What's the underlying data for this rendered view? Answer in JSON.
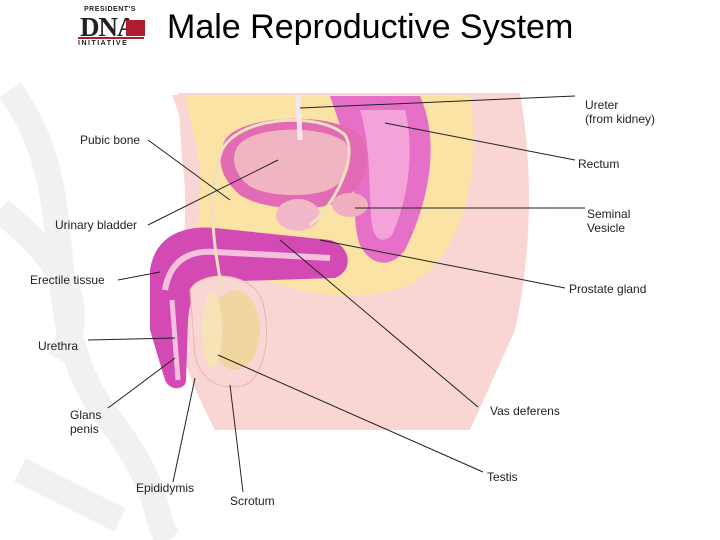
{
  "header": {
    "logo": {
      "line1": "PRESIDENT'S",
      "line2": "DNA",
      "line3": "INITIATIVE"
    },
    "title": "Male Reproductive System"
  },
  "labels": {
    "ureter_line1": "Ureter",
    "ureter_line2": "(from kidney)",
    "pubic_bone": "Pubic bone",
    "rectum": "Rectum",
    "seminal_line1": "Seminal",
    "seminal_line2": "Vesicle",
    "urinary_bladder": "Urinary bladder",
    "erectile_tissue": "Erectile tissue",
    "prostate_gland": "Prostate gland",
    "urethra": "Urethra",
    "vas_deferens": "Vas deferens",
    "glans_line1": "Glans",
    "glans_line2": "penis",
    "testis": "Testis",
    "epididymis": "Epididymis",
    "scrotum": "Scrotum"
  },
  "colors": {
    "skin": "#f9d5d3",
    "fat": "#fbe3a6",
    "bladder_wall": "#e36ab5",
    "bladder_inner": "#f1b5c2",
    "rectum": "#e670c8",
    "erectile": "#d44ab4",
    "watermark": "#f3f3f3"
  }
}
